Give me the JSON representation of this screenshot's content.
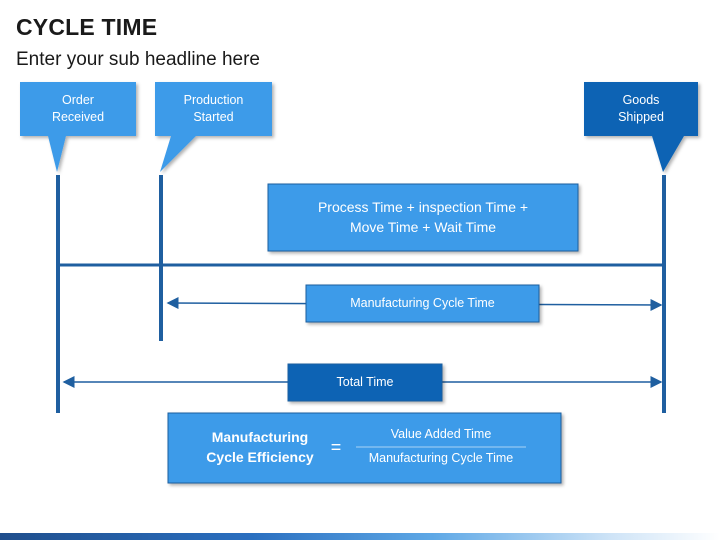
{
  "title": "CYCLE TIME",
  "subtitle": "Enter your sub headline here",
  "callouts": {
    "order_received": "Order\nReceived",
    "production_started": "Production\nStarted",
    "goods_shipped": "Goods\nShipped"
  },
  "boxes": {
    "process_formula": "Process Time + inspection Time +\nMove Time + Wait Time",
    "manufacturing_cycle_time": "Manufacturing Cycle Time",
    "total_time": "Total Time"
  },
  "efficiency": {
    "label": "Manufacturing\nCycle Efficiency",
    "equals": "=",
    "numerator": "Value Added Time",
    "denominator": "Manufacturing Cycle Time"
  },
  "colors": {
    "light_blue": "#3d9be9",
    "dark_blue": "#0f64b4",
    "line_blue": "#1f5fa0"
  }
}
